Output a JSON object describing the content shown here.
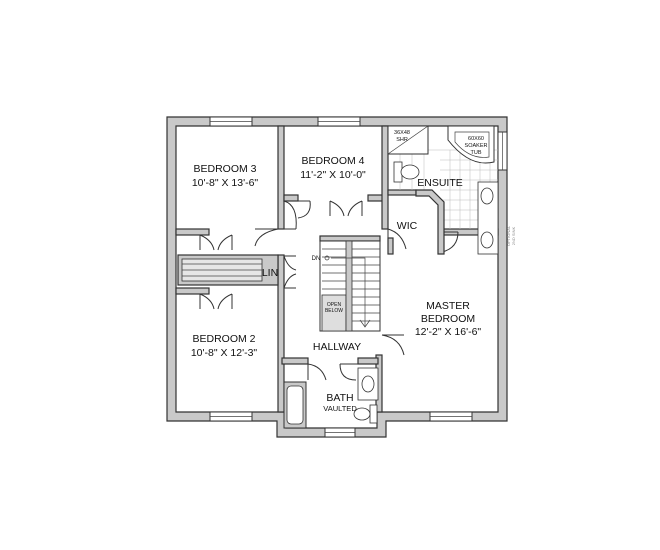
{
  "rooms": {
    "bedroom3": {
      "name": "BEDROOM 3",
      "size": "10'-8\" X 13'-6\""
    },
    "bedroom4": {
      "name": "BEDROOM 4",
      "size": "11'-2\" X 10'-0\""
    },
    "bedroom2": {
      "name": "BEDROOM 2",
      "size": "10'-8\" X 12'-3\""
    },
    "master": {
      "name_line1": "MASTER",
      "name_line2": "BEDROOM",
      "size": "12'-2\" X 16'-6\""
    },
    "ensuite": {
      "name": "ENSUITE"
    },
    "wic": {
      "name": "WIC"
    },
    "lin": {
      "name": "LIN"
    },
    "hallway": {
      "name": "HALLWAY"
    },
    "bath": {
      "name": "BATH",
      "note": "VAULTED"
    }
  },
  "fixtures": {
    "shower": {
      "line1": "36X48",
      "line2": "SHR"
    },
    "tub": {
      "line1": "60X60",
      "line2": "SOAKER",
      "line3": "TUB"
    },
    "stair_dn": "DN",
    "open_below_line1": "OPEN",
    "open_below_line2": "BELOW",
    "side_note_line1": "OPTIONAL",
    "side_note_line2": "2ND SINK"
  },
  "colors": {
    "wall": "#c9c9c9",
    "ink": "#333333",
    "tile": "#bbbbbb"
  }
}
